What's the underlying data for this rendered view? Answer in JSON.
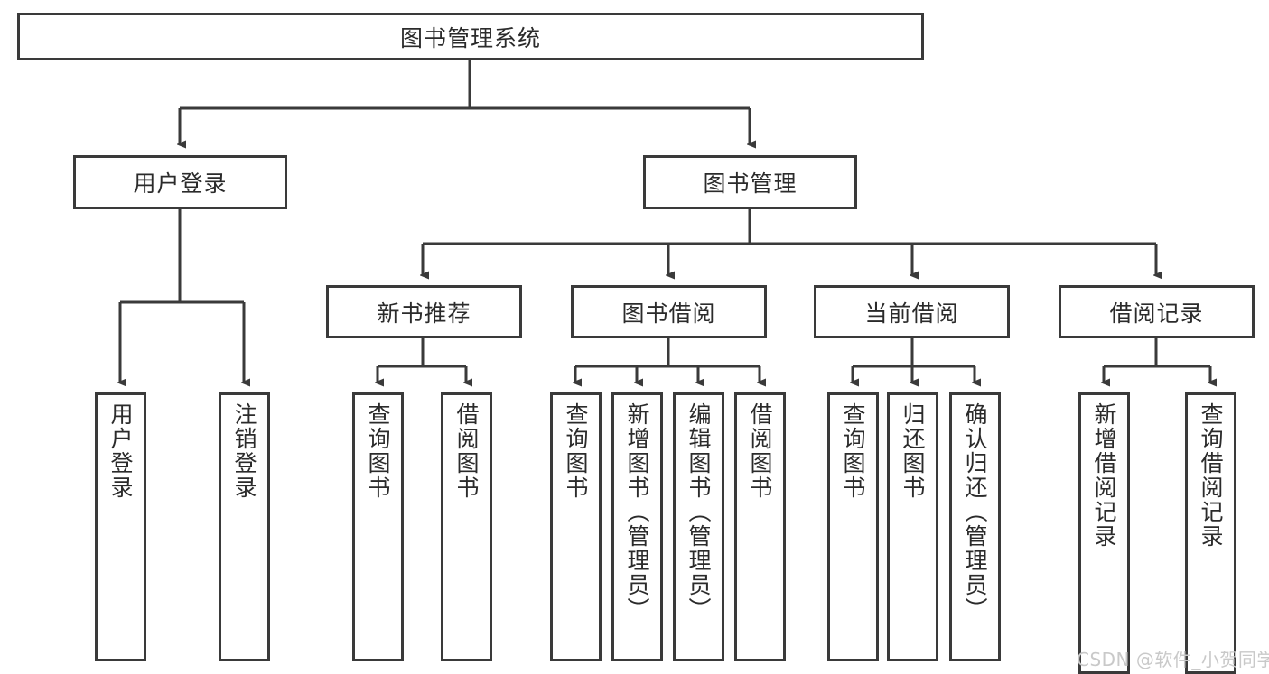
{
  "diagram": {
    "title": "图书管理系统",
    "root": {
      "label": "图书管理系统"
    },
    "level2": [
      {
        "label": "用户登录"
      },
      {
        "label": "图书管理"
      }
    ],
    "level3": [
      {
        "label": "新书推荐"
      },
      {
        "label": "图书借阅"
      },
      {
        "label": "当前借阅"
      },
      {
        "label": "借阅记录"
      }
    ],
    "leaves": {
      "user_login": [
        {
          "label": "用户登录"
        },
        {
          "label": "注销登录"
        }
      ],
      "new_book_recommend": [
        {
          "label": "查询图书"
        },
        {
          "label": "借阅图书"
        }
      ],
      "book_borrow": [
        {
          "label": "查询图书"
        },
        {
          "label": "新增图书（管理员）"
        },
        {
          "label": "编辑图书（管理员）"
        },
        {
          "label": "借阅图书"
        }
      ],
      "current_borrow": [
        {
          "label": "查询图书"
        },
        {
          "label": "归还图书"
        },
        {
          "label": "确认归还（管理员）"
        }
      ],
      "borrow_record": [
        {
          "label": "新增借阅记录"
        },
        {
          "label": "查询借阅记录"
        }
      ]
    },
    "watermark": "CSDN @软件_小贺同学",
    "colors": {
      "stroke": "#3a3a3a",
      "text": "#2b2b2b",
      "background": "#ffffff",
      "watermark": "#c9c9c9"
    }
  }
}
